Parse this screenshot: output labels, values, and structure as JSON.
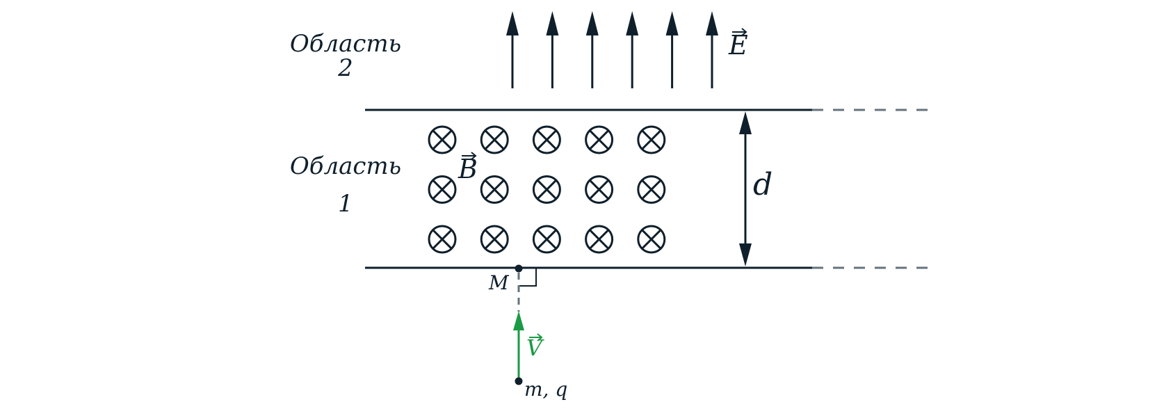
{
  "regions": {
    "upper_label": "Область",
    "upper_number": "2",
    "lower_label": "Область",
    "lower_number": "1"
  },
  "labels": {
    "electric_field": "E",
    "magnetic_field": "B",
    "gap": "d",
    "entry_point": "M",
    "velocity": "V",
    "particle": "m, q"
  },
  "grid": {
    "rows": 3,
    "cols": 5
  },
  "field_arrows": 6,
  "colors": {
    "ink": "#0f1f2b",
    "dashed": "#66737d",
    "velocity": "#1a9a45"
  },
  "icons": {
    "field_into_page": "circle-cross-icon"
  }
}
